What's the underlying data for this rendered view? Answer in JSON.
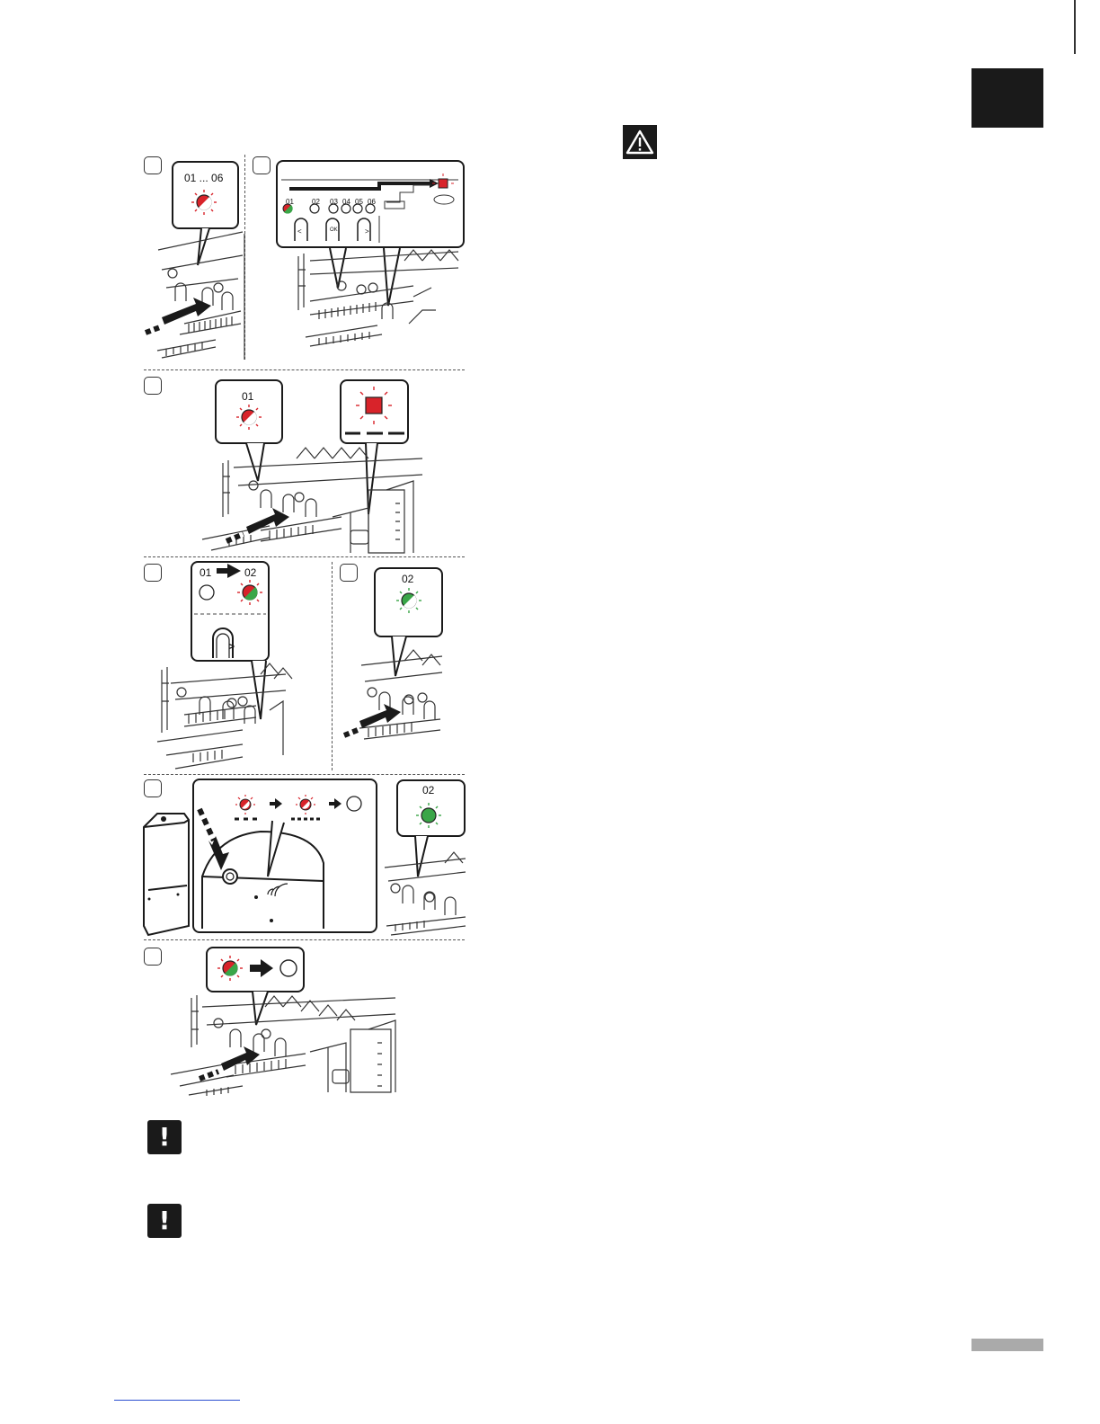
{
  "labels": {
    "step1_range": "01 ... 06",
    "step2_ch": [
      "01",
      "02",
      "03",
      "04",
      "05",
      "06"
    ],
    "step2_btn": [
      "<",
      "OK",
      ">"
    ],
    "step3_ch": "01",
    "step4_from": "01",
    "step4_to": "02",
    "step4_btn": ">",
    "step5_ch": "02",
    "step6_ch": "02"
  },
  "icons": {
    "warning": "warning-triangle-icon",
    "note": "exclamation-icon"
  },
  "colors": {
    "led_red": "#d8232a",
    "led_green": "#3aa648",
    "dark": "#1a1a1a",
    "page_bar": "#aaaaaa",
    "link": "#2a4fd0"
  }
}
